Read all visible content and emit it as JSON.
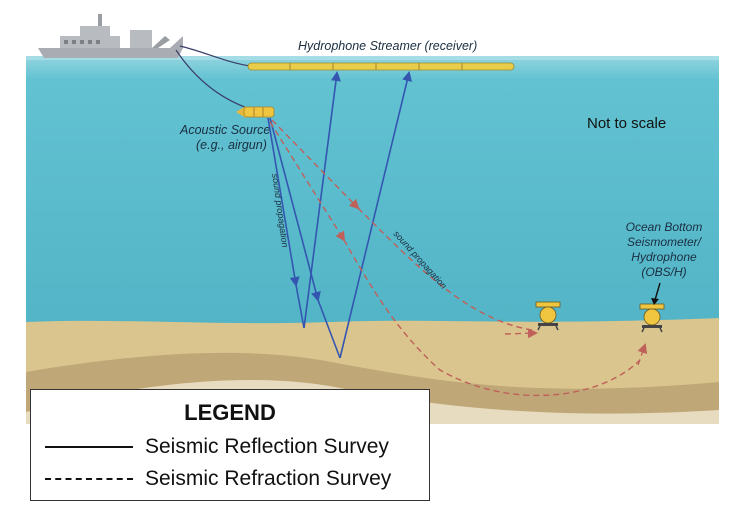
{
  "labels": {
    "streamer": "Hydrophone Streamer (receiver)",
    "source_line1": "Acoustic Source",
    "source_line2": "(e.g., airgun)",
    "scale_note": "Not to scale",
    "propagation_left": "sound propagation",
    "propagation_right": "sound propagation",
    "obs_line1": "Ocean Bottom",
    "obs_line2": "Seismometer/",
    "obs_line3": "Hydrophone",
    "obs_line4": "(OBS/H)"
  },
  "legend": {
    "title": "LEGEND",
    "reflection": "Seismic Reflection Survey",
    "refraction": "Seismic Refraction Survey"
  },
  "colors": {
    "sea": "#5bbfcf",
    "sea_surface": "#8fd3df",
    "seafloor": "#d9c58d",
    "sediment": "#bfa777",
    "ray_reflection": "#3456b0",
    "ray_refraction": "#c0605a",
    "streamer": "#e8cc4a",
    "ship": "#a9adb3"
  },
  "icons": [
    "ship-icon",
    "airgun-icon",
    "obs-instrument-icon",
    "arrow-icon"
  ]
}
